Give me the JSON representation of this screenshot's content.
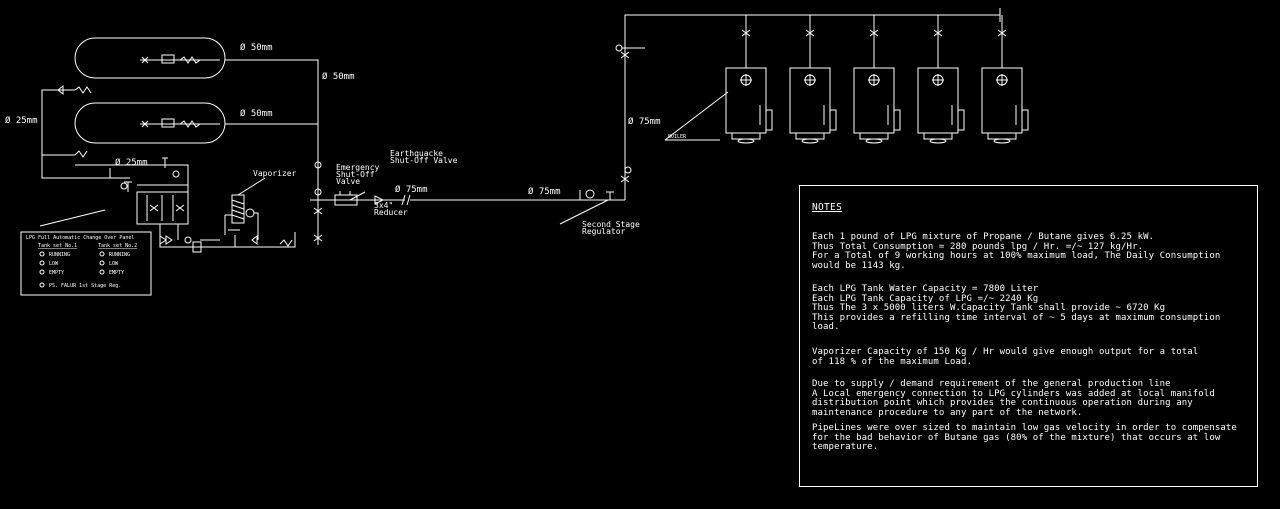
{
  "labels": {
    "size_50_a": "Ø 50mm",
    "size_50_b": "Ø 50mm",
    "size_50_c": "Ø 50mm",
    "size_25_left": "Ø 25mm",
    "size_25_mid": "Ø 25mm",
    "size_75_a": "Ø 75mm",
    "size_75_b": "Ø 75mm",
    "size_75_c": "Ø 75mm",
    "vaporizer": "Vaporizer",
    "emergency_1": "Emergency",
    "emergency_2": "Shut-Off",
    "emergency_3": "Valve",
    "earthquake_1": "Earthquacke",
    "earthquake_2": "Shut-Off Valve",
    "reducer_1": "3x4\"",
    "reducer_2": "Reducer",
    "second_stage_1": "Second Stage",
    "second_stage_2": "Regulator",
    "boiler": "BOILER"
  },
  "panel": {
    "title": "LPG Full Automatic Change Over Panel",
    "col1": "Tank set No.1",
    "col2": "Tank set No.2",
    "rows": [
      "RUNNING",
      "LOW",
      "EMPTY"
    ],
    "footer": "PS. FALUR 1st Stage Reg."
  },
  "notes": {
    "title": "NOTES",
    "p1": "Each 1 pound of LPG mixture of Propane / Butane gives 6.25 kW.\nThus Total Consumption = 280 pounds lpg / Hr. =/~ 127 kg/Hr.\nFor a Total of 9 working hours at 100% maximum load, The Daily Consumption\nwould be 1143 kg.",
    "p2": "Each LPG Tank Water Capacity = 7800 Liter\nEach LPG Tank Capacity of LPG =/~ 2240 Kg\nThus The 3 x 5000 liters W.Capacity Tank shall provide ~ 6720 Kg\nThis provides a refilling time interval of ~ 5 days at maximum consumption\nload.",
    "p3": "Vaporizer Capacity of 150 Kg / Hr would give enough output for a total\nof 118 % of the maximum Load.",
    "p4": "Due to supply / demand requirement of the general production line\nA Local emergency connection to LPG cylinders was added at local manifold\ndistribution point which provides the continuous operation during any\nmaintenance procedure to any part of the network.",
    "p5": "PipeLines were over sized to maintain low gas velocity in order to compensate\nfor the bad behavior of Butane gas (80% of the mixture) that occurs at low\ntemperature."
  }
}
